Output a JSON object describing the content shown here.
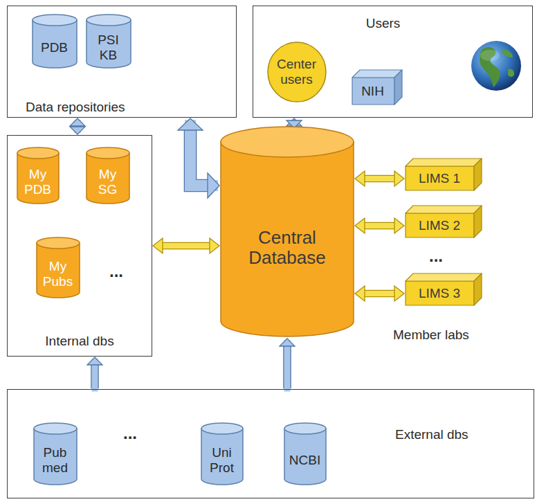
{
  "diagram": {
    "nodes": [
      {
        "text": [
          "Data repositories"
        ]
      },
      {
        "text": [
          "PDB"
        ],
        "in": 0
      },
      {
        "text": [
          "PSI KB"
        ],
        "in": 0
      },
      {
        "text": [
          "Users"
        ]
      },
      {
        "text": [
          "Center users"
        ],
        "in": 3
      },
      {
        "text": [
          "NIH"
        ],
        "in": 3
      },
      {
        "text": [
          "Internal dbs"
        ]
      },
      {
        "text": [
          "My PDB"
        ],
        "in": 6
      },
      {
        "text": [
          "My SG"
        ],
        "in": 6
      },
      {
        "text": [
          "My Pubs"
        ],
        "in": 6
      },
      {
        "text": [
          "Central Database"
        ]
      },
      {
        "text": [
          "LIMS 1"
        ]
      },
      {
        "text": [
          "LIMS 2"
        ]
      },
      {
        "text": [
          "LIMS 3"
        ]
      },
      {
        "text": [
          "External dbs"
        ]
      },
      {
        "text": [
          "Pub med"
        ],
        "in": 14
      },
      {
        "text": [
          "Uni Prot"
        ],
        "in": 14
      },
      {
        "text": [
          "NCBI"
        ],
        "in": 14
      }
    ],
    "edges": [
      {
        "from": 0,
        "to": 6,
        "arrow": "both"
      },
      {
        "from": 0,
        "to": 10,
        "arrow": "both"
      },
      {
        "from": 3,
        "to": 10,
        "arrow": "both"
      },
      {
        "from": 6,
        "to": 10,
        "arrow": "both"
      },
      {
        "from": 10,
        "to": 11,
        "arrow": "both"
      },
      {
        "from": 10,
        "to": 12,
        "arrow": "both"
      },
      {
        "from": 10,
        "to": 13,
        "arrow": "both"
      },
      {
        "from": 14,
        "to": 6,
        "arrow": "to"
      },
      {
        "from": 14,
        "to": 10,
        "arrow": "to"
      }
    ],
    "labels": [
      "...",
      "...",
      "Member labs",
      "..."
    ]
  }
}
